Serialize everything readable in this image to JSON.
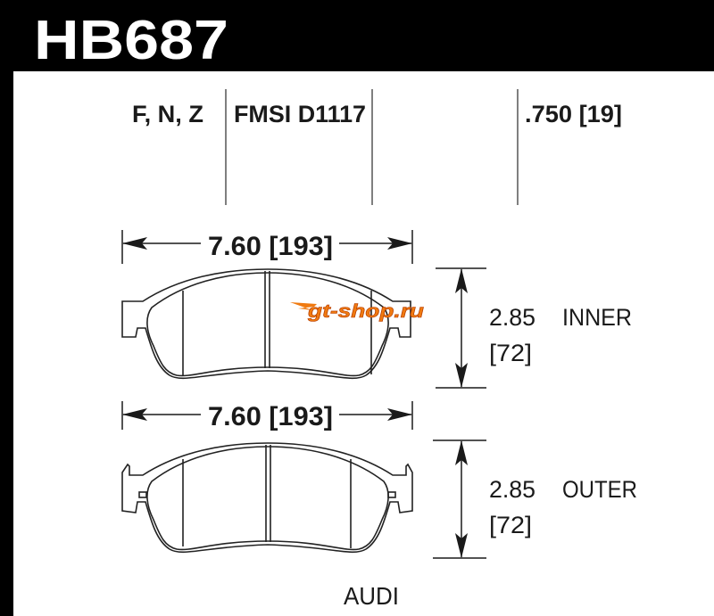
{
  "header": {
    "part_number": "HB687"
  },
  "specs": {
    "compounds": "F, N, Z",
    "fmsi": "FMSI D1117",
    "thickness": ".750 [19]"
  },
  "inner": {
    "width": "7.60 [193]",
    "height_in": "2.85",
    "height_mm": "[72]",
    "label": "INNER"
  },
  "outer": {
    "width": "7.60 [193]",
    "height_in": "2.85",
    "height_mm": "[72]",
    "label": "OUTER"
  },
  "vehicle": "AUDI",
  "watermark": "gt-shop.ru",
  "colors": {
    "header": "#000000",
    "watermark_orange": "#f07a10",
    "watermark_yellow": "#f5c518"
  }
}
